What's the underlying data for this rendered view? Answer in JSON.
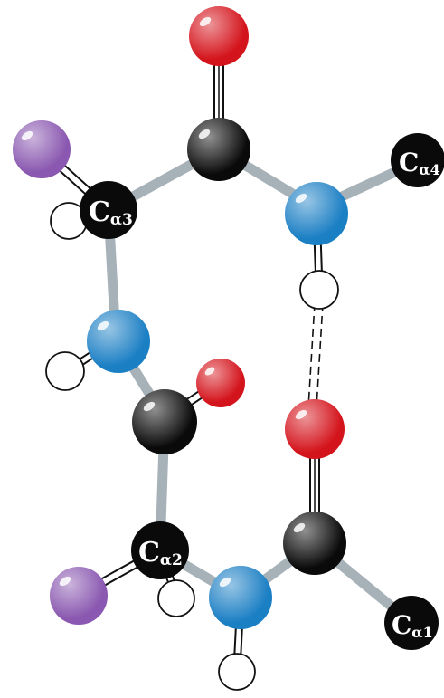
{
  "colors": {
    "carbon": "#0a0a0a",
    "oxygen": "#d4141c",
    "nitrogen": "#1b7fc4",
    "hydrogen": "#ffffff",
    "side_chain": "#8a58b0",
    "bond": "#a7b1b8",
    "outline": "#111111"
  },
  "labels": {
    "ca1": {
      "main": "C",
      "sub": "α1"
    },
    "ca2": {
      "main": "C",
      "sub": "α2"
    },
    "ca3": {
      "main": "C",
      "sub": "α3"
    },
    "ca4": {
      "main": "C",
      "sub": "α4"
    }
  }
}
